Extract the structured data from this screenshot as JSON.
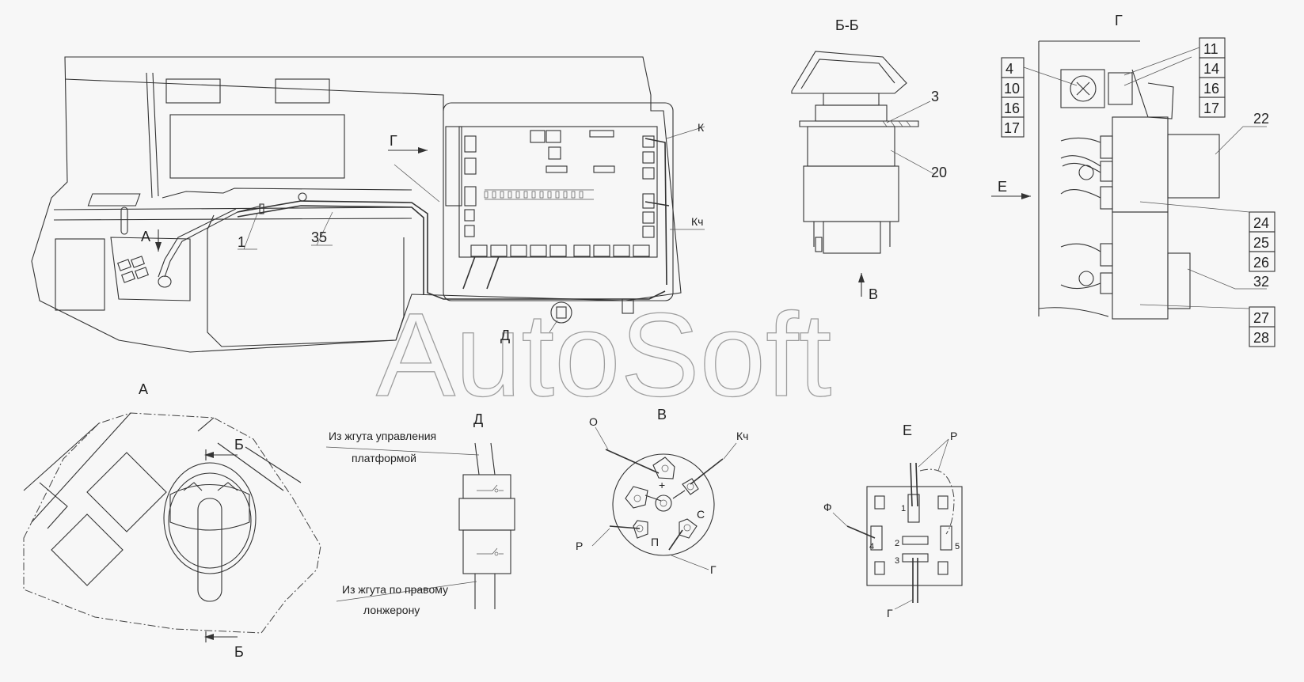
{
  "views": {
    "main": {
      "arrow_g": "Г",
      "arrow_a": "А",
      "label_1": "1",
      "label_35": "35",
      "label_k": "К",
      "label_kch": "Кч",
      "label_d": "Д",
      "label_v": "В"
    },
    "bb": {
      "title": "Б-Б",
      "label_3": "3",
      "label_20": "20"
    },
    "g": {
      "title": "Г",
      "labels_left": [
        "4",
        "10",
        "16",
        "17"
      ],
      "labels_right": [
        "11",
        "14",
        "16",
        "17"
      ],
      "label_22": "22",
      "labels_24": [
        "24",
        "25",
        "26"
      ],
      "label_32": "32",
      "labels_27": [
        "27",
        "28"
      ],
      "arrow_e": "Е"
    },
    "a": {
      "title": "А",
      "section_top": "Б",
      "section_bottom": "Б"
    },
    "d": {
      "title": "Д",
      "note_top_1": "Из жгута управления",
      "note_top_2": "платформой",
      "note_bottom_1": "Из жгута по правому",
      "note_bottom_2": "лонжерону"
    },
    "v": {
      "title": "В",
      "label_o": "О",
      "label_kch": "Кч",
      "label_r": "Р",
      "label_p": "П",
      "label_s": "С",
      "label_g": "Г",
      "plus": "+"
    },
    "e": {
      "title": "Е",
      "label_r": "Р",
      "label_f": "Ф",
      "label_g": "Г",
      "pins": [
        "1",
        "2",
        "3",
        "4",
        "5"
      ]
    }
  },
  "watermark": "AutoSoft"
}
